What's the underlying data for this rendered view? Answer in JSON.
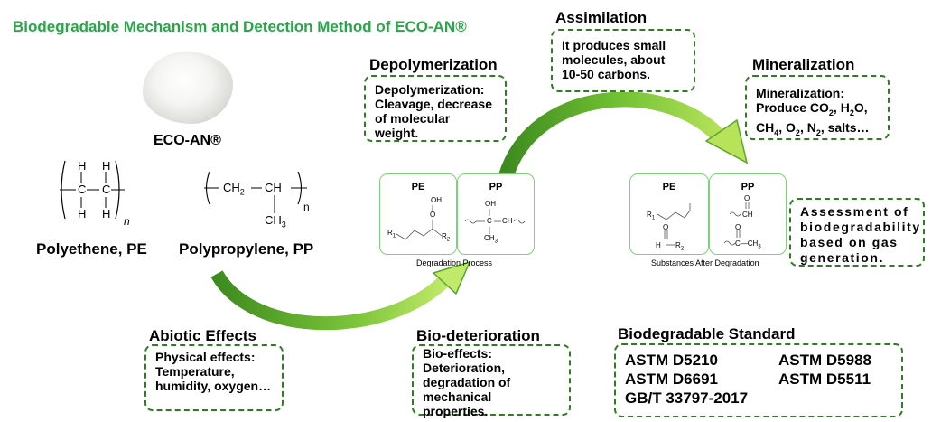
{
  "title": "Biodegradable Mechanism and Detection Method of ECO-AN®",
  "product": {
    "label": "ECO-AN®"
  },
  "polymers": {
    "pe": {
      "name": "Polyethene, PE",
      "subscript_n": "n",
      "atom_h": "H",
      "atom_c": "C"
    },
    "pp": {
      "name": "Polypropylene, PP",
      "ch2": "CH",
      "ch2_sub": "2",
      "ch": "CH",
      "ch3": "CH",
      "ch3_sub": "3",
      "n": "n"
    }
  },
  "stages": {
    "assimilation": {
      "heading": "Assimilation",
      "text": "It produces small molecules, about 10-50 carbons."
    },
    "depolymerization": {
      "heading": "Depolymerization",
      "text": "Depolymerization: Cleavage, decrease of molecular weight."
    },
    "mineralization": {
      "heading": "Mineralization",
      "line1": "Mineralization:",
      "parts": [
        "Produce CO",
        "2",
        ", H",
        "2",
        "O,",
        "CH",
        "4",
        ", O",
        "2",
        ", N",
        "2",
        ", salts…"
      ]
    },
    "abiotic": {
      "heading": "Abiotic Effects",
      "text": "Physical effects: Temperature, humidity, oxygen…"
    },
    "biodeterioration": {
      "heading": "Bio-deterioration",
      "text": "Bio-effects: Deterioration, degradation of mechanical properties."
    }
  },
  "assessment": {
    "text": "Assessment of biodegradability based on gas generation."
  },
  "standards": {
    "heading": "Biodegradable Standard",
    "items": [
      "ASTM D5210",
      "ASTM D5988",
      "ASTM D6691",
      "ASTM D5511",
      "GB/T 33797-2017"
    ]
  },
  "panels": {
    "process": {
      "pe": "PE",
      "pp": "PP",
      "caption": "Degradation Process",
      "pe_labels": {
        "oh": "OH",
        "o": "O",
        "r1": "R",
        "r1_sub": "1",
        "r2": "R",
        "r2_sub": "2"
      },
      "pp_labels": {
        "oh": "OH",
        "c": "C",
        "ch": "CH",
        "ch3": "CH",
        "ch3_sub": "3"
      }
    },
    "after": {
      "pe": "PE",
      "pp": "PP",
      "caption": "Substances After Degradation",
      "pe_labels": {
        "r1": "R",
        "r1_sub": "1",
        "o": "O",
        "h": "H",
        "r2": "R",
        "r2_sub": "2"
      },
      "pp_labels": {
        "o1": "O",
        "ch": "CH",
        "o2": "O",
        "cch3": "C—CH",
        "ch3_sub": "3"
      }
    }
  },
  "colors": {
    "title": "#2aa64a",
    "border": "#2e7d22",
    "arrow_dark": "#3d8b1f",
    "arrow_light": "#b6e35a",
    "panel": "#7fd07a"
  }
}
